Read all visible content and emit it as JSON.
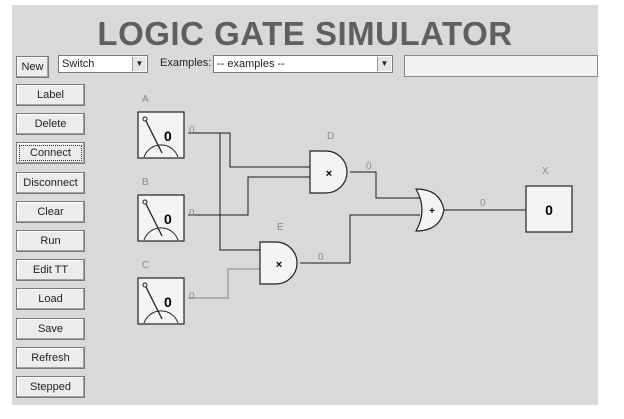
{
  "app": {
    "title": "LOGIC GATE SIMULATOR"
  },
  "toolbar": {
    "new_label": "New",
    "gate_select": "Switch",
    "examples_label": "Examples:",
    "examples_select": "-- examples --",
    "status_text": ""
  },
  "side_buttons": [
    "Label",
    "Delete",
    "Connect",
    "Disconnect",
    "Clear",
    "Run",
    "Edit TT",
    "Load",
    "Save",
    "Refresh",
    "Stepped"
  ],
  "circuit": {
    "switches": [
      {
        "label": "A",
        "value": "0",
        "wire_value": "0"
      },
      {
        "label": "B",
        "value": "0",
        "wire_value": "0"
      },
      {
        "label": "C",
        "value": "0",
        "wire_value": "0"
      }
    ],
    "gates": [
      {
        "label": "D",
        "type": "AND",
        "symbol": "×",
        "output_value": "0"
      },
      {
        "label": "E",
        "type": "AND",
        "symbol": "×",
        "output_value": "0"
      },
      {
        "label": "",
        "type": "OR",
        "symbol": "+",
        "output_value": "0"
      }
    ],
    "output": {
      "label": "X",
      "value": "0"
    }
  },
  "colors": {
    "panel": "#d9d9d9",
    "wire_main": "#1a1a1a",
    "wire_light": "#888888",
    "label_gray": "#8a8a8a"
  }
}
